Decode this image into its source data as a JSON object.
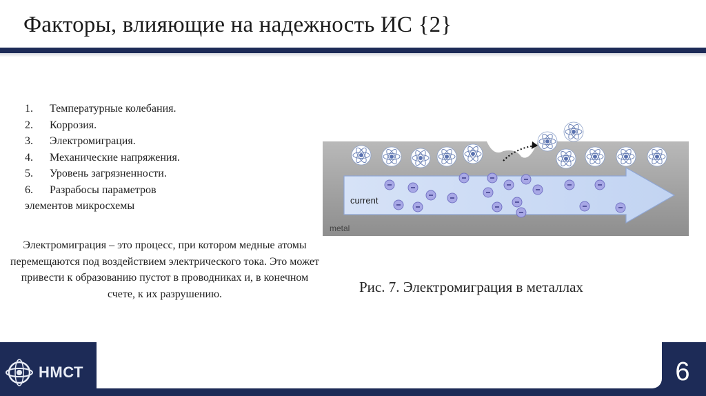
{
  "slide": {
    "title": "Факторы, влияющие на надежность ИС {2}",
    "factors": [
      {
        "num": "1.",
        "text": "Температурные колебания."
      },
      {
        "num": "2.",
        "text": "Коррозия."
      },
      {
        "num": "3.",
        "text": "Электромиграция."
      },
      {
        "num": "4.",
        "text": "Механические напряжения."
      },
      {
        "num": "5.",
        "text": "Уровень загрязненности."
      },
      {
        "num": "6.",
        "text": "Разрабосы параметров"
      }
    ],
    "factor_continuation": "элементов микросхемы",
    "description": "Электромиграция – это процесс, при котором медные атомы перемещаются под воздействием электрического тока. Это может привести к образованию пустот в проводниках и, в конечном счете, к их разрушению.",
    "caption": "Рис. 7. Электромиграция в металлах",
    "figure": {
      "current_label": "current",
      "metal_label": "metal",
      "electron_symbol": "−"
    },
    "footer": {
      "logo_text": "НМСТ",
      "page_number": "6"
    }
  },
  "colors": {
    "navy": "#1d2b57",
    "arrow_fill": "#c9d8f3",
    "electron": "#8b8bd6"
  }
}
